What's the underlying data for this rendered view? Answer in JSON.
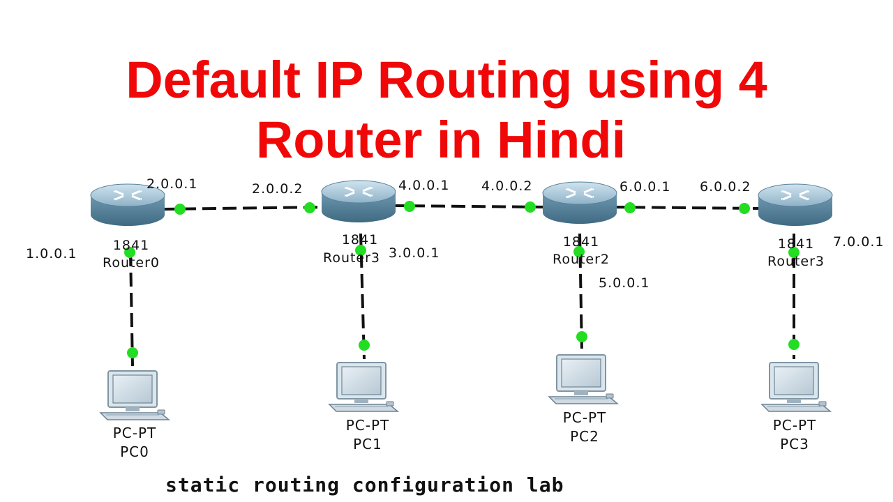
{
  "title": {
    "line1": "Default IP Routing using 4",
    "line2": "Router in Hindi"
  },
  "caption": "static routing configuration lab",
  "colors": {
    "title": "#f00808",
    "link": "#111111",
    "port": "#22dd22",
    "router": "#7fa9c2",
    "pc": "#b7c8d4"
  },
  "routers": [
    {
      "model": "1841",
      "name": "Router0",
      "icon": "router-icon"
    },
    {
      "model": "1841",
      "name": "Router3",
      "icon": "router-icon"
    },
    {
      "model": "1841",
      "name": "Router2",
      "icon": "router-icon"
    },
    {
      "model": "1841",
      "name": "Router3",
      "icon": "router-icon"
    }
  ],
  "pcs": [
    {
      "type": "PC-PT",
      "name": "PC0",
      "icon": "pc-icon"
    },
    {
      "type": "PC-PT",
      "name": "PC1",
      "icon": "pc-icon"
    },
    {
      "type": "PC-PT",
      "name": "PC2",
      "icon": "pc-icon"
    },
    {
      "type": "PC-PT",
      "name": "PC3",
      "icon": "pc-icon"
    }
  ],
  "ips": {
    "r0_wan": "2.0.0.1",
    "r1_wan_left": "2.0.0.2",
    "r1_wan_right": "4.0.0.1",
    "r2_wan_left": "4.0.0.2",
    "r2_wan_right": "6.0.0.1",
    "r3_wan": "6.0.0.2",
    "r0_lan": "1.0.0.1",
    "r1_lan": "3.0.0.1",
    "r2_lan": "5.0.0.1",
    "r3_lan": "7.0.0.1"
  }
}
